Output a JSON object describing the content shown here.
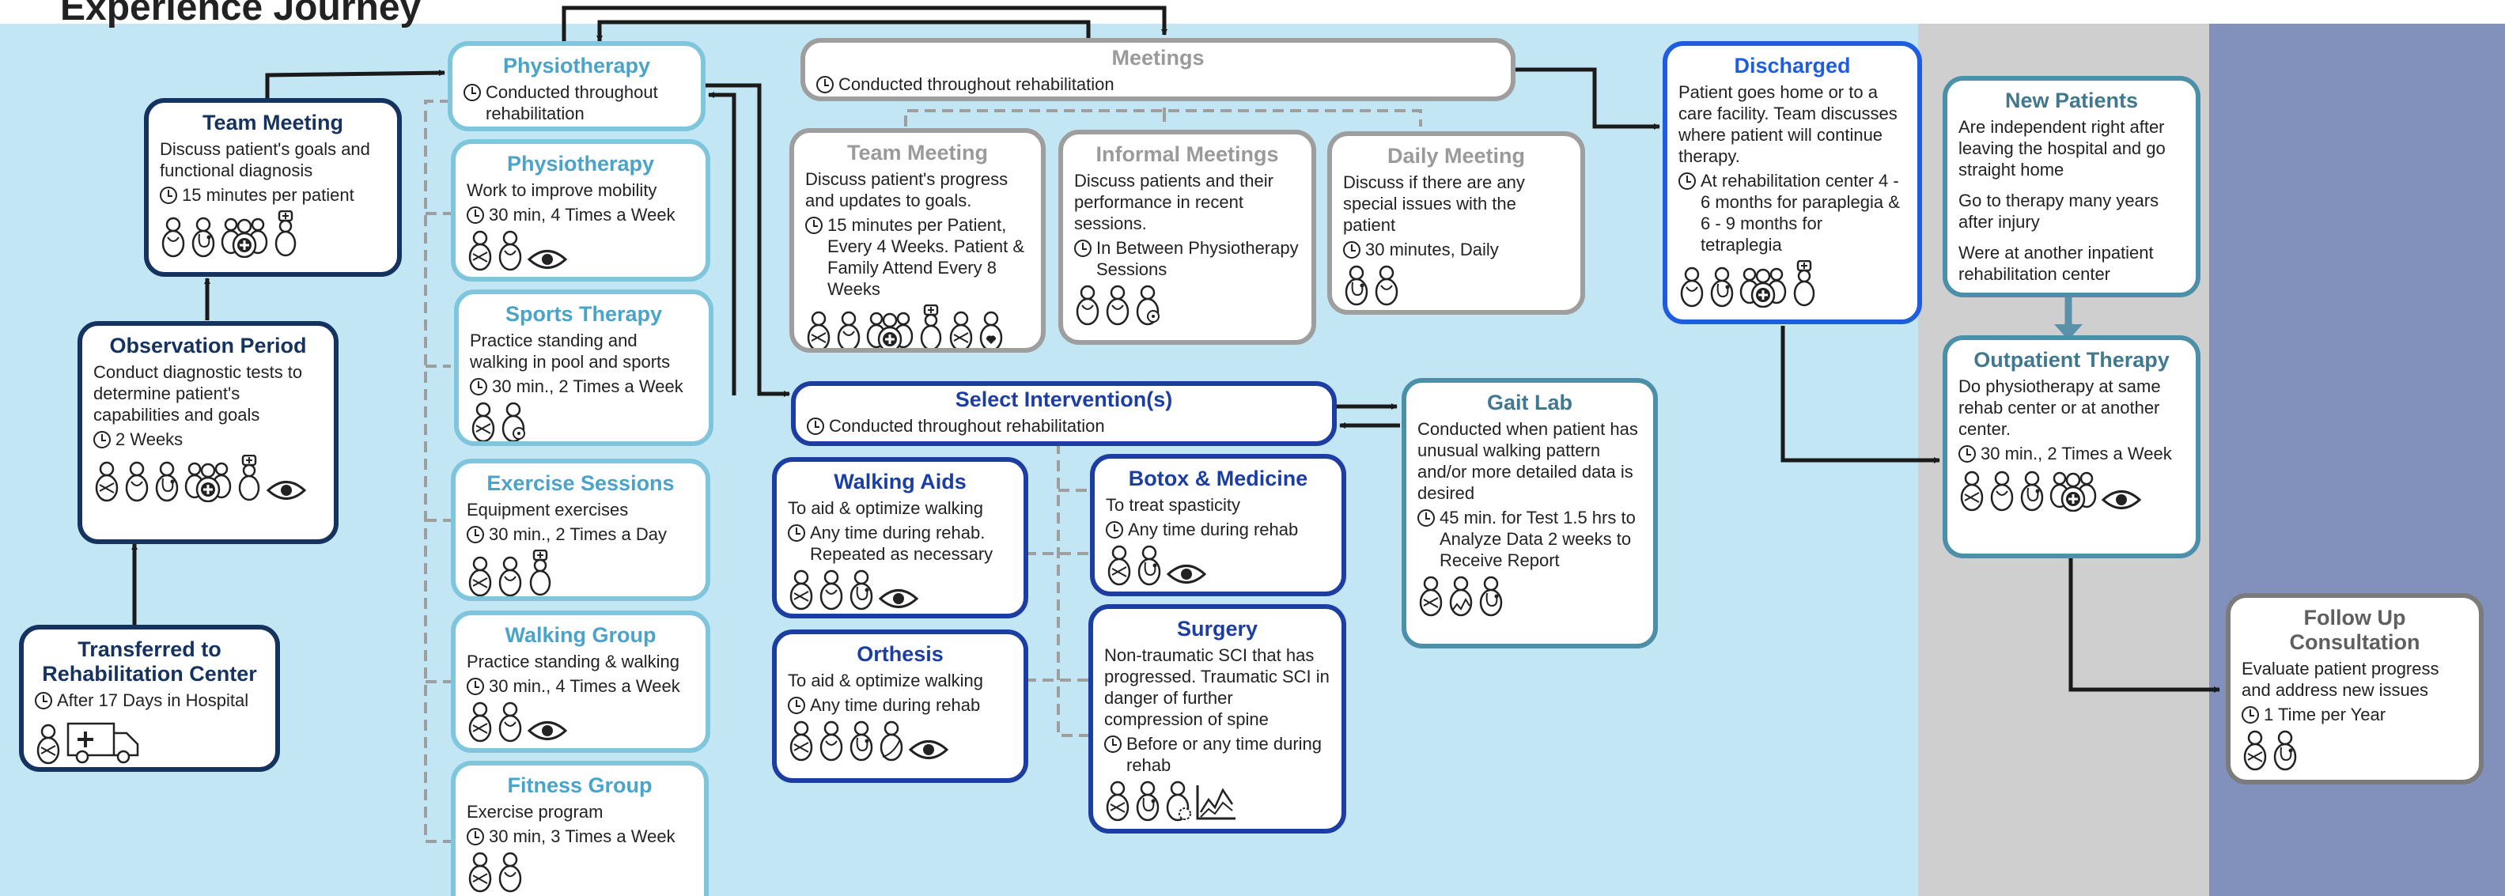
{
  "page_title": "Experience Journey",
  "colors": {
    "main_background": "#c2e6f3",
    "new_patients_background": "#cfcfd0",
    "follow_up_background": "#8291bb",
    "navy": "#16325f",
    "light_blue": "#7fc6dc",
    "gray": "#9e9e9e",
    "royal_blue": "#1c3ea3",
    "teal": "#4c8fa8",
    "bright_blue": "#1f5de0"
  },
  "transferred": {
    "title": "Transferred to Rehabilitation Center",
    "time": "After 17 Days in Hospital",
    "icons": [
      "patient-icon",
      "ambulance-icon"
    ]
  },
  "observation": {
    "title": "Observation Period",
    "desc": "Conduct diagnostic tests to determine patient's capabilities and goals",
    "time": "2 Weeks",
    "icons": [
      "patient-icon",
      "therapist-icon",
      "doctor-icon",
      "team-icon",
      "nurse-icon",
      "eye-icon"
    ]
  },
  "team_meeting_1": {
    "title": "Team Meeting",
    "desc": "Discuss patient's goals and functional diagnosis",
    "time": "15 minutes per patient",
    "icons": [
      "therapist-icon",
      "doctor-icon",
      "team-icon",
      "nurse-icon"
    ]
  },
  "physio_main": {
    "title": "Physiotherapy",
    "time": "Conducted throughout rehabilitation"
  },
  "physio": {
    "title": "Physiotherapy",
    "desc": "Work to improve mobility",
    "time": "30 min, 4 Times a Week",
    "icons": [
      "patient-icon",
      "therapist-icon",
      "eye-icon"
    ]
  },
  "sports": {
    "title": "Sports Therapy",
    "desc": "Practice standing and walking in pool and sports",
    "time": "30 min., 2 Times a Week",
    "icons": [
      "patient-icon",
      "ball-icon"
    ]
  },
  "exercise": {
    "title": "Exercise Sessions",
    "desc": "Equipment exercises",
    "time": "30 min., 2 Times a Day",
    "icons": [
      "patient-icon",
      "therapist-icon",
      "nurse-icon"
    ]
  },
  "walking_group": {
    "title": "Walking Group",
    "desc": "Practice standing & walking",
    "time": "30 min., 4 Times a Week",
    "icons": [
      "patient-icon",
      "therapist-icon",
      "eye-icon"
    ]
  },
  "fitness": {
    "title": "Fitness Group",
    "desc": "Exercise program",
    "time": "30 min, 3 Times a Week",
    "icons": [
      "patient-icon",
      "therapist-icon"
    ]
  },
  "meetings": {
    "title": "Meetings",
    "time": "Conducted throughout rehabilitation"
  },
  "team_meeting_2": {
    "title": "Team Meeting",
    "desc": "Discuss patient's progress and updates to goals.",
    "time": "15 minutes per Patient, Every 4 Weeks. Patient & Family Attend Every 8 Weeks",
    "icons": [
      "patient-icon",
      "therapist-icon",
      "team-icon",
      "nurse-icon",
      "patient-icon",
      "family-icon"
    ]
  },
  "informal": {
    "title": "Informal Meetings",
    "desc": "Discuss patients and their performance in recent sessions.",
    "time": "In Between Physiotherapy Sessions",
    "icons": [
      "therapist-icon",
      "therapist-icon",
      "ball-icon"
    ]
  },
  "daily": {
    "title": "Daily Meeting",
    "desc": "Discuss if there are any special issues with the patient",
    "time": "30 minutes, Daily",
    "icons": [
      "doctor-icon",
      "therapist-icon"
    ]
  },
  "select": {
    "title": "Select Intervention(s)",
    "time": "Conducted throughout rehabilitation"
  },
  "walking_aids": {
    "title": "Walking Aids",
    "desc": "To aid & optimize walking",
    "time": "Any time during rehab. Repeated as necessary",
    "icons": [
      "patient-icon",
      "therapist-icon",
      "doctor-icon",
      "eye-icon"
    ]
  },
  "orthesis": {
    "title": "Orthesis",
    "desc": "To aid & optimize walking",
    "time": "Any time during rehab",
    "icons": [
      "patient-icon",
      "therapist-icon",
      "doctor-icon",
      "orthotist-icon",
      "eye-icon"
    ]
  },
  "botox": {
    "title": "Botox & Medicine",
    "desc": "To treat spasticity",
    "time": "Any time during rehab",
    "icons": [
      "patient-icon",
      "doctor-icon",
      "eye-icon"
    ]
  },
  "surgery": {
    "title": "Surgery",
    "desc": "Non-traumatic SCI that has progressed. Traumatic SCI in danger of further compression of spine",
    "time": "Before or any time during rehab",
    "icons": [
      "patient-icon",
      "doctor-icon",
      "surgeon-icon",
      "chart-icon"
    ]
  },
  "gait": {
    "title": "Gait Lab",
    "desc": "Conducted when patient has unusual walking pattern and/or more detailed data is desired",
    "time": "45 min. for Test 1.5 hrs  to Analyze Data 2 weeks to Receive Report",
    "icons": [
      "patient-icon",
      "analyst-icon",
      "doctor-icon"
    ]
  },
  "discharged": {
    "title": "Discharged",
    "desc": "Patient goes home or to a care facility. Team discusses where patient will continue therapy.",
    "time": "At rehabilitation center 4 - 6 months for paraplegia & 6 - 9 months for tetraplegia",
    "icons": [
      "therapist-icon",
      "doctor-icon",
      "team-icon",
      "nurse-icon"
    ]
  },
  "new_patients": {
    "title": "New Patients",
    "items": [
      "Are independent right after leaving the hospital and go straight home",
      "Go to therapy many years after injury",
      "Were at another inpatient rehabilitation center"
    ]
  },
  "outpatient": {
    "title": "Outpatient Therapy",
    "desc": "Do physiotherapy at same rehab center or at another center.",
    "time": "30 min., 2 Times a Week",
    "icons": [
      "patient-icon",
      "therapist-icon",
      "doctor-icon",
      "team-icon",
      "eye-icon"
    ]
  },
  "follow_up": {
    "title": "Follow Up Consultation",
    "desc": "Evaluate patient progress and address new issues",
    "time": "1 Time per Year",
    "icons": [
      "patient-icon",
      "doctor-icon"
    ]
  }
}
